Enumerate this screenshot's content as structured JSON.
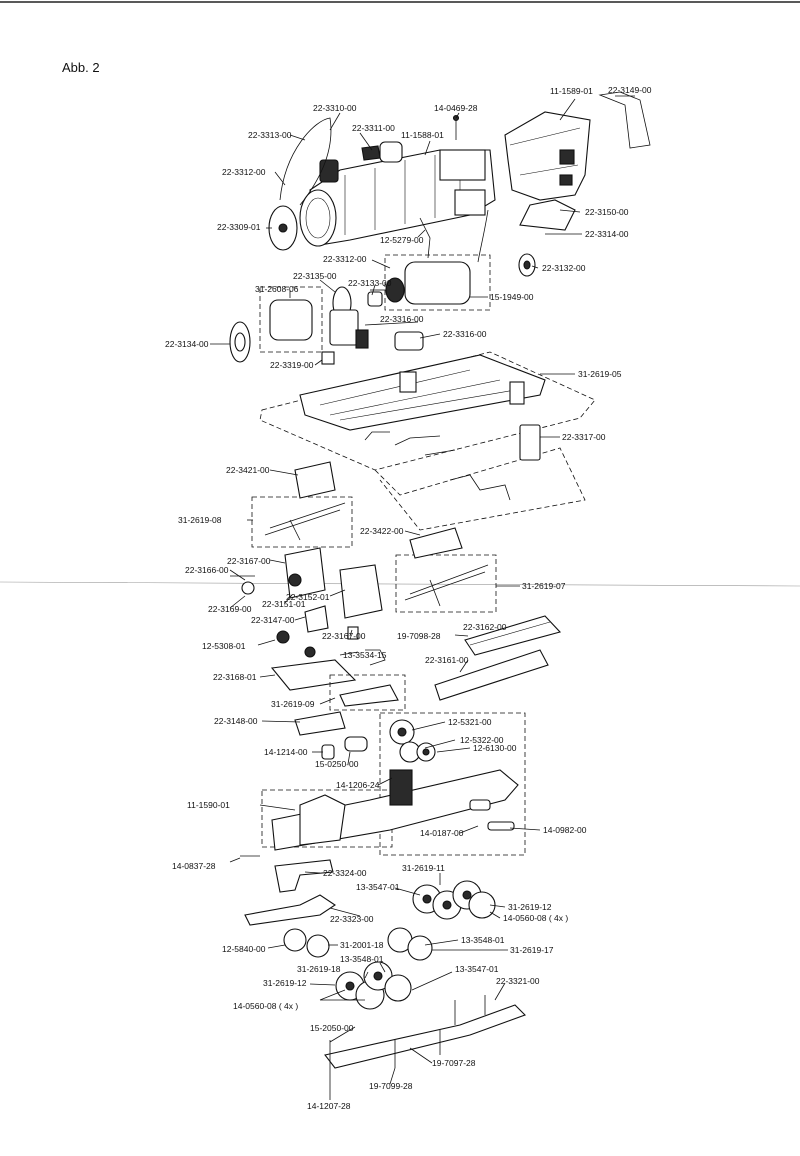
{
  "figure_label": "Abb. 2",
  "labels": [
    {
      "id": "l1",
      "text": "11-1589-01"
    },
    {
      "id": "l2",
      "text": "22-3149-00"
    },
    {
      "id": "l3",
      "text": "22-3310-00"
    },
    {
      "id": "l4",
      "text": "14-0469-28"
    },
    {
      "id": "l5",
      "text": "22-3311-00"
    },
    {
      "id": "l6",
      "text": "22-3313-00"
    },
    {
      "id": "l7",
      "text": "11-1588-01"
    },
    {
      "id": "l8",
      "text": "22-3312-00"
    },
    {
      "id": "l9",
      "text": "22-3150-00"
    },
    {
      "id": "l10",
      "text": "22-3309-01"
    },
    {
      "id": "l11",
      "text": "22-3314-00"
    },
    {
      "id": "l12",
      "text": "12-5279-00"
    },
    {
      "id": "l13",
      "text": "22-3312-00"
    },
    {
      "id": "l14",
      "text": "22-3132-00"
    },
    {
      "id": "l15",
      "text": "22-3135-00"
    },
    {
      "id": "l16",
      "text": "22-3133-00"
    },
    {
      "id": "l17",
      "text": "31-2608-06"
    },
    {
      "id": "l18",
      "text": "15-1949-00"
    },
    {
      "id": "l19",
      "text": "22-3316-00"
    },
    {
      "id": "l20",
      "text": "22-3316-00"
    },
    {
      "id": "l21",
      "text": "22-3134-00"
    },
    {
      "id": "l22",
      "text": "22-3319-00"
    },
    {
      "id": "l23",
      "text": "31-2619-05"
    },
    {
      "id": "l24",
      "text": "22-3317-00"
    },
    {
      "id": "l25",
      "text": "22-3421-00"
    },
    {
      "id": "l26",
      "text": "31-2619-08"
    },
    {
      "id": "l27",
      "text": "22-3422-00"
    },
    {
      "id": "l28",
      "text": "22-3167-00"
    },
    {
      "id": "l29",
      "text": "22-3166-00"
    },
    {
      "id": "l30",
      "text": "31-2619-07"
    },
    {
      "id": "l31",
      "text": "22-3152-01"
    },
    {
      "id": "l32",
      "text": "22-3151-01"
    },
    {
      "id": "l33",
      "text": "22-3169-00"
    },
    {
      "id": "l34",
      "text": "22-3147-00"
    },
    {
      "id": "l35",
      "text": "12-5308-01"
    },
    {
      "id": "l36",
      "text": "22-3167-00"
    },
    {
      "id": "l37",
      "text": "19-7098-28"
    },
    {
      "id": "l38",
      "text": "22-3162-00"
    },
    {
      "id": "l39",
      "text": "13-3534-15"
    },
    {
      "id": "l40",
      "text": "22-3161-00"
    },
    {
      "id": "l41",
      "text": "22-3168-01"
    },
    {
      "id": "l42",
      "text": "31-2619-09"
    },
    {
      "id": "l43",
      "text": "22-3148-00"
    },
    {
      "id": "l44",
      "text": "12-5321-00"
    },
    {
      "id": "l45",
      "text": "12-5322-00"
    },
    {
      "id": "l46",
      "text": "14-1214-00"
    },
    {
      "id": "l47",
      "text": "12-6130-00"
    },
    {
      "id": "l48",
      "text": "15-0250-00"
    },
    {
      "id": "l49",
      "text": "14-1206-24"
    },
    {
      "id": "l50",
      "text": "11-1590-01"
    },
    {
      "id": "l51",
      "text": "14-0187-00"
    },
    {
      "id": "l52",
      "text": "14-0982-00"
    },
    {
      "id": "l53",
      "text": "14-0837-28"
    },
    {
      "id": "l54",
      "text": "22-3324-00"
    },
    {
      "id": "l55",
      "text": "31-2619-11"
    },
    {
      "id": "l56",
      "text": "13-3547-01"
    },
    {
      "id": "l57",
      "text": "31-2619-12"
    },
    {
      "id": "l58",
      "text": "14-0560-08  ( 4x )"
    },
    {
      "id": "l59",
      "text": "22-3323-00"
    },
    {
      "id": "l60",
      "text": "13-3548-01"
    },
    {
      "id": "l61",
      "text": "12-5840-00"
    },
    {
      "id": "l62",
      "text": "31-2001-18"
    },
    {
      "id": "l63",
      "text": "31-2619-17"
    },
    {
      "id": "l64",
      "text": "13-3548-01"
    },
    {
      "id": "l65",
      "text": "31-2619-18"
    },
    {
      "id": "l66",
      "text": "13-3547-01"
    },
    {
      "id": "l67",
      "text": "31-2619-12"
    },
    {
      "id": "l68",
      "text": "22-3321-00"
    },
    {
      "id": "l69",
      "text": "14-0560-08  ( 4x )"
    },
    {
      "id": "l70",
      "text": "15-2050-00"
    },
    {
      "id": "l71",
      "text": "19-7097-28"
    },
    {
      "id": "l72",
      "text": "19-7099-28"
    },
    {
      "id": "l73",
      "text": "14-1207-28"
    }
  ]
}
